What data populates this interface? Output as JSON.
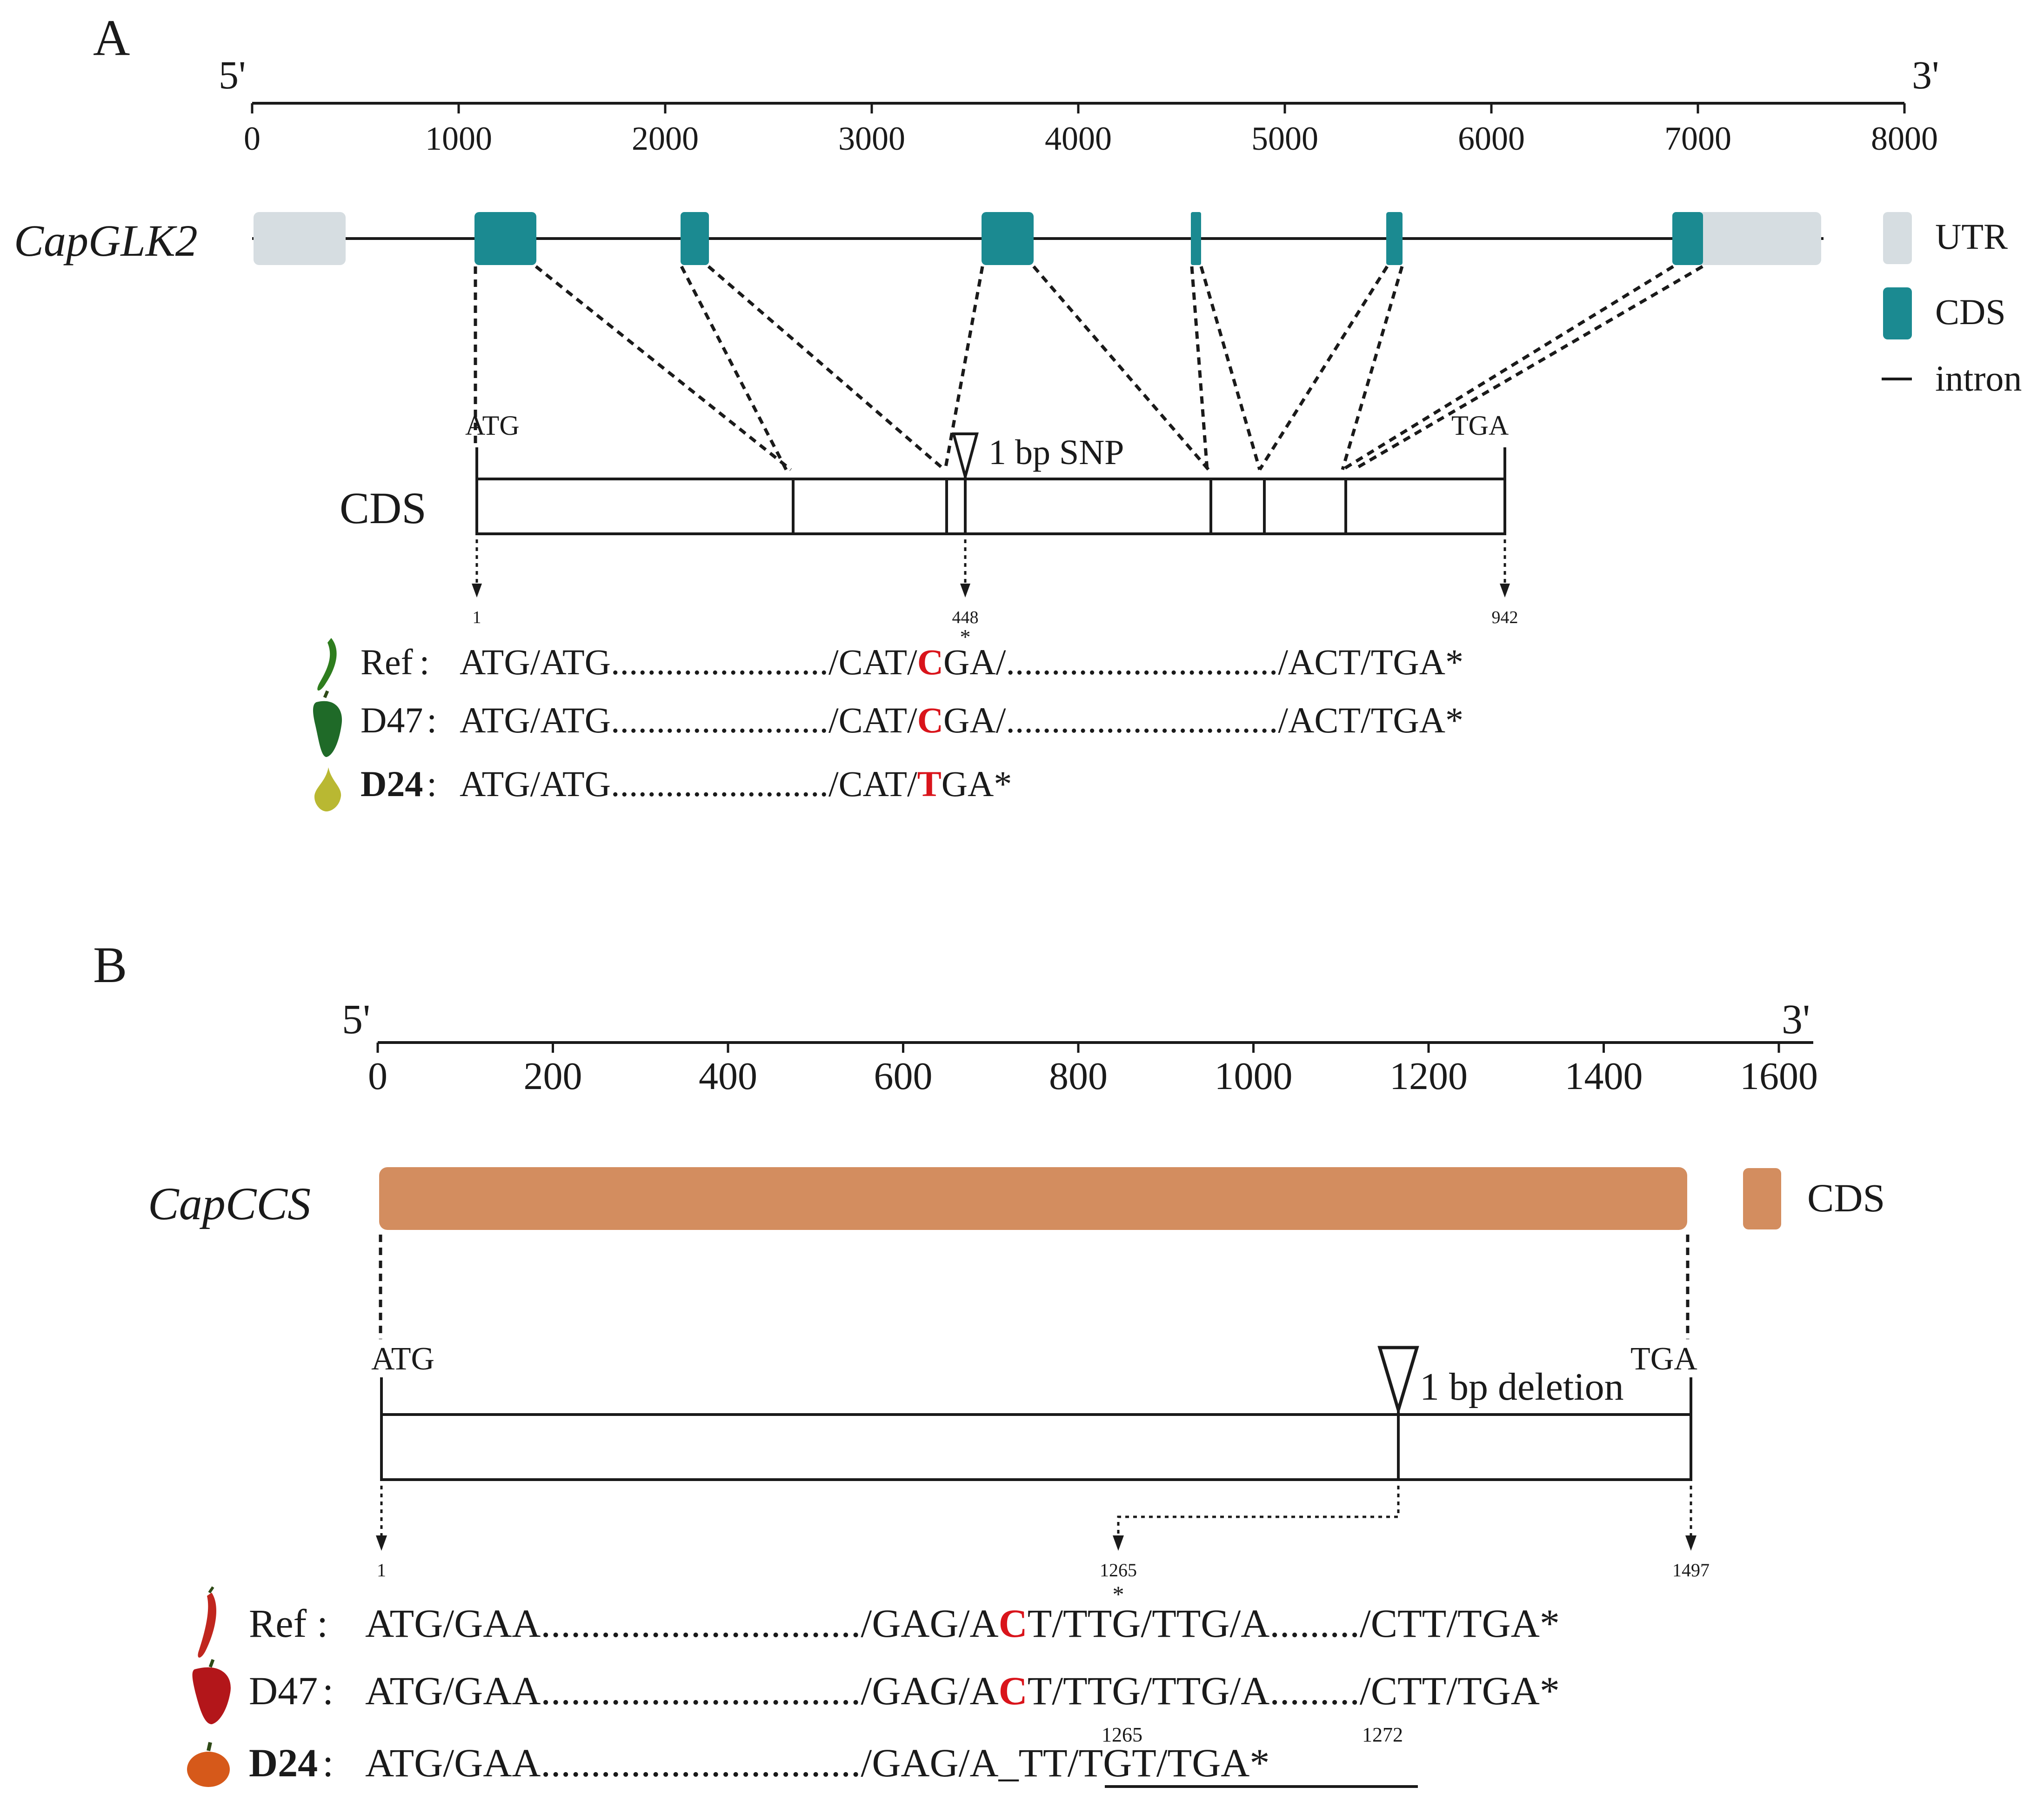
{
  "panel_a": {
    "letter": "A",
    "five_prime": "5'",
    "three_prime": "3'",
    "scale_ticks": [
      "0",
      "1000",
      "2000",
      "3000",
      "4000",
      "5000",
      "6000",
      "7000",
      "8000"
    ],
    "gene_name": "CapGLK2",
    "legend": {
      "utr": "UTR",
      "cds": "CDS",
      "intron": "intron"
    },
    "colors": {
      "utr": "#d6dde1",
      "cds": "#1b8a91"
    },
    "start_codon": "ATG",
    "stop_codon": "TGA",
    "cds_label": "CDS",
    "mutation_label": "1 bp SNP",
    "pos_start": "1",
    "pos_mut": "448",
    "pos_end": "942",
    "star": "*",
    "rows": [
      {
        "name": "Ref",
        "sep": ":",
        "pre": "ATG/ATG......................../CAT/",
        "mut": "C",
        "post": "GA/............................../ACT/TGA*"
      },
      {
        "name": "D47",
        "sep": ":",
        "pre": "ATG/ATG......................../CAT/",
        "mut": "C",
        "post": "GA/............................../ACT/TGA*"
      },
      {
        "name": "D24",
        "sep": ":",
        "pre": "ATG/ATG......................../CAT/",
        "mut": "T",
        "post": "GA*"
      }
    ]
  },
  "panel_b": {
    "letter": "B",
    "five_prime": "5'",
    "three_prime": "3'",
    "scale_ticks": [
      "0",
      "200",
      "400",
      "600",
      "800",
      "1000",
      "1200",
      "1400",
      "1600"
    ],
    "gene_name": "CapCCS",
    "legend": {
      "cds": "CDS"
    },
    "colors": {
      "cds": "#d38d5f"
    },
    "start_codon": "ATG",
    "stop_codon": "TGA",
    "mutation_label": "1 bp deletion",
    "pos_start": "1",
    "pos_mut": "1265",
    "pos_end": "1497",
    "star": "*",
    "d24_pos_a": "1265",
    "d24_pos_b": "1272",
    "rows": [
      {
        "name": "Ref",
        "sep": ":",
        "pre": "ATG/GAA................................/GAG/A",
        "mut": "C",
        "post": "T/TTG/TTG/A........./CTT/TGA*"
      },
      {
        "name": "D47",
        "sep": ":",
        "pre": "ATG/GAA................................/GAG/A",
        "mut": "C",
        "post": "T/TTG/TTG/A........./CTT/TGA*"
      },
      {
        "name": "D24",
        "sep": ":",
        "pre": "ATG/GAA................................/GAG/A",
        "mut": "",
        "post": "_TT/TGT/TGA*"
      }
    ]
  }
}
